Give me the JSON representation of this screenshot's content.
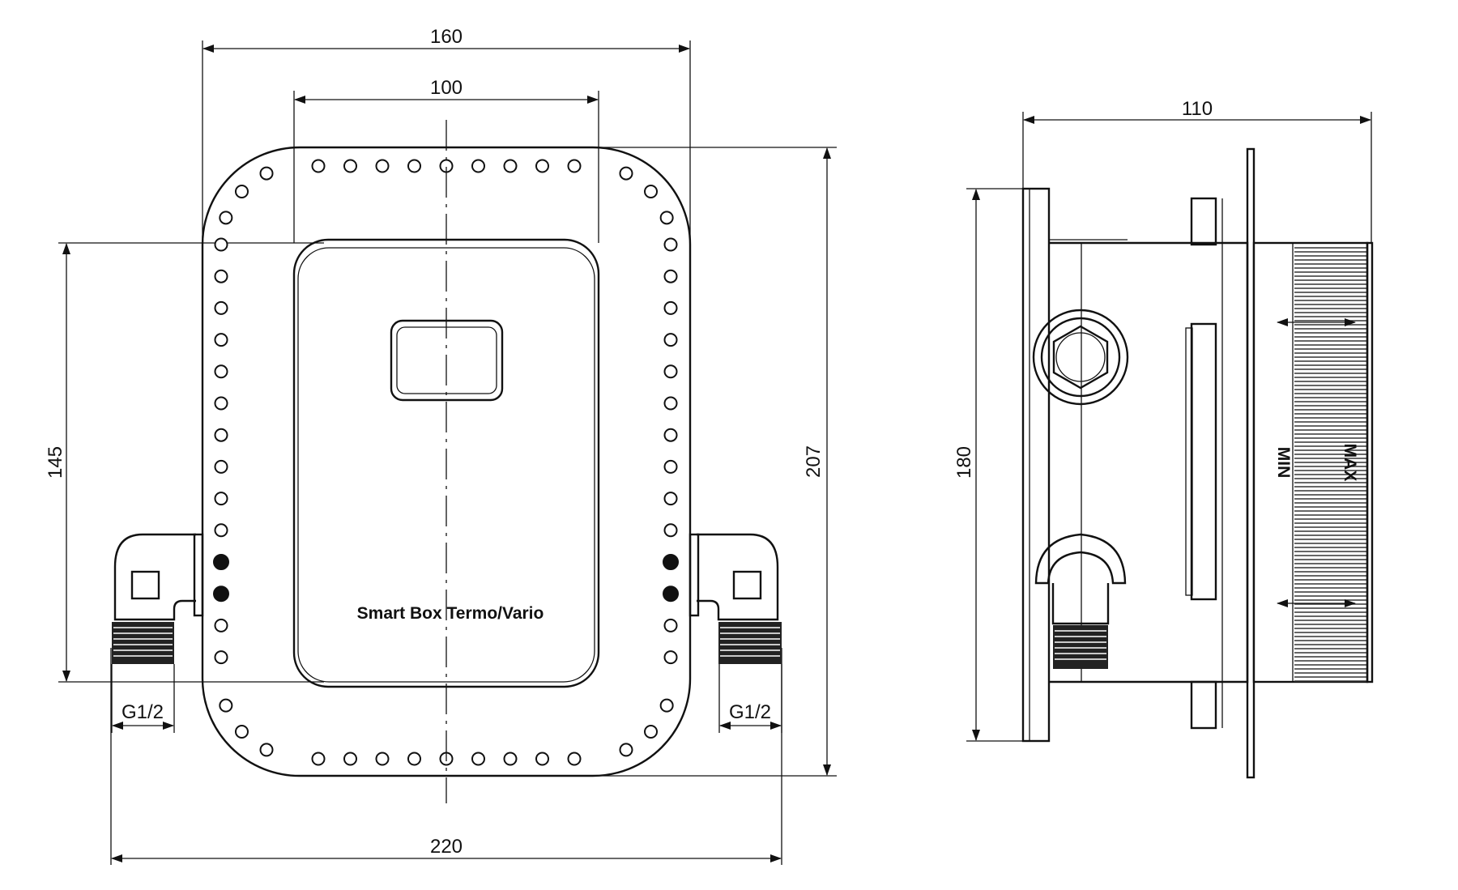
{
  "front_view": {
    "dim_width_outer": "160",
    "dim_width_inner": "100",
    "dim_height_left": "145",
    "dim_height_right": "207",
    "dim_width_total": "220",
    "connector_left": "G1/2",
    "connector_right": "G1/2",
    "product_label": "Smart Box Termo/Vario"
  },
  "side_view": {
    "dim_depth": "110",
    "dim_height": "180",
    "marker_min": "MIN",
    "marker_max": "MAX"
  }
}
